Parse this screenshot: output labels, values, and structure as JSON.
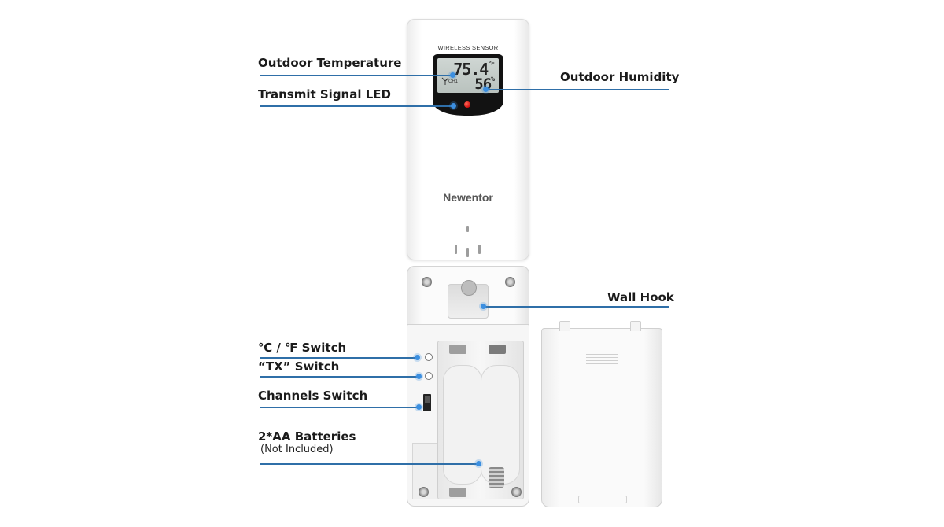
{
  "device": {
    "panel_title": "WIRELESS SENSOR",
    "brand": "Newentor",
    "lcd": {
      "temperature": "75.4",
      "temperature_unit": "°F",
      "humidity": "56",
      "humidity_unit": "%",
      "channel_mark": "CH1"
    },
    "led_color": "#d10d0d"
  },
  "callouts": {
    "outdoor_temperature": "Outdoor Temperature",
    "transmit_signal_led": "Transmit Signal LED",
    "outdoor_humidity": "Outdoor Humidity",
    "wall_hook": "Wall Hook",
    "unit_switch": "℃ / ℉ Switch",
    "tx_switch": "“TX” Switch",
    "channels_switch": "Channels Switch",
    "batteries": "2*AA Batteries",
    "batteries_note": "(Not Included)"
  },
  "colors": {
    "accent_line": "#2f6fa8",
    "accent_dot": "#3c8fe0"
  }
}
